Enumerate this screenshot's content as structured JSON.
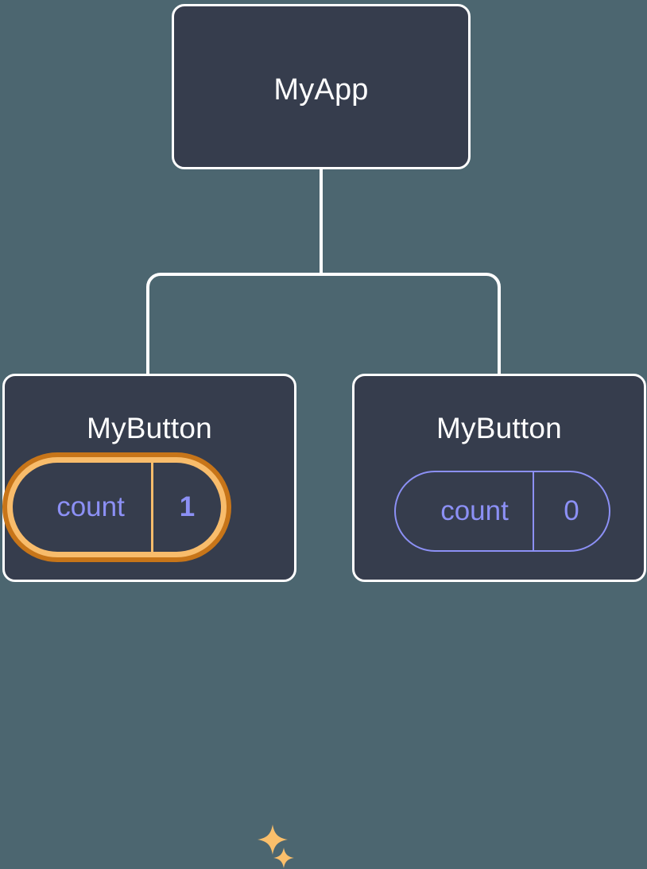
{
  "diagram": {
    "type": "component-tree",
    "background_color": "#4c6670",
    "card_fill_color": "#363d4d",
    "card_border_color": "#ffffff",
    "connector_color": "#ffffff",
    "accent_highlight_color": "#c77519",
    "accent_highlight_inner_color": "#f8bc6b",
    "state_text_color": "#8c90f5"
  },
  "root": {
    "title": "MyApp"
  },
  "children": [
    {
      "title": "MyButton",
      "state": {
        "key": "count",
        "value": "1"
      },
      "highlighted": true,
      "sparkles": [
        {
          "name": "sparkle-large-icon"
        },
        {
          "name": "sparkle-small-icon"
        }
      ]
    },
    {
      "title": "MyButton",
      "state": {
        "key": "count",
        "value": "0"
      },
      "highlighted": false
    }
  ]
}
